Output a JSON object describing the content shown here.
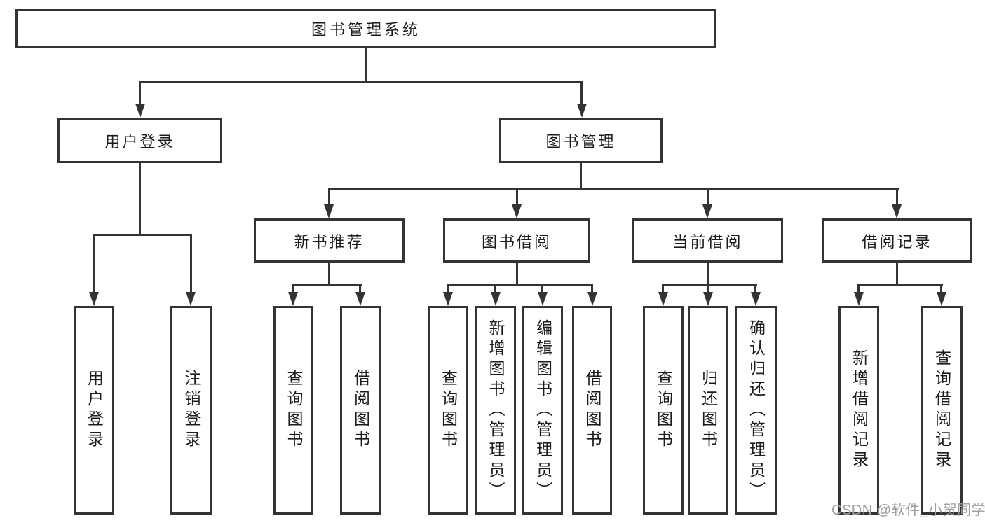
{
  "diagram": {
    "title": "图书管理系统",
    "level2": [
      {
        "label": "用户登录"
      },
      {
        "label": "图书管理"
      }
    ],
    "level3": [
      {
        "label": "新书推荐"
      },
      {
        "label": "图书借阅"
      },
      {
        "label": "当前借阅"
      },
      {
        "label": "借阅记录"
      }
    ],
    "groups": [
      {
        "parent": "用户登录",
        "items": [
          "用户登录",
          "注销登录"
        ]
      },
      {
        "parent": "新书推荐",
        "items": [
          "查询图书",
          "借阅图书"
        ]
      },
      {
        "parent": "图书借阅",
        "items": [
          "查询图书",
          "新增图书（管理员）",
          "编辑图书（管理员）",
          "借阅图书"
        ]
      },
      {
        "parent": "当前借阅",
        "items": [
          "查询图书",
          "归还图书",
          "确认归还（管理员）"
        ]
      },
      {
        "parent": "借阅记录",
        "items": [
          "新增借阅记录",
          "查询借阅记录"
        ]
      }
    ]
  },
  "watermark": {
    "text": "CSDN @软件_小贺同学"
  },
  "colors": {
    "line": "#333333",
    "text": "#1c1c1c",
    "watermark": "#9d9d9d",
    "background": "#ffffff"
  }
}
